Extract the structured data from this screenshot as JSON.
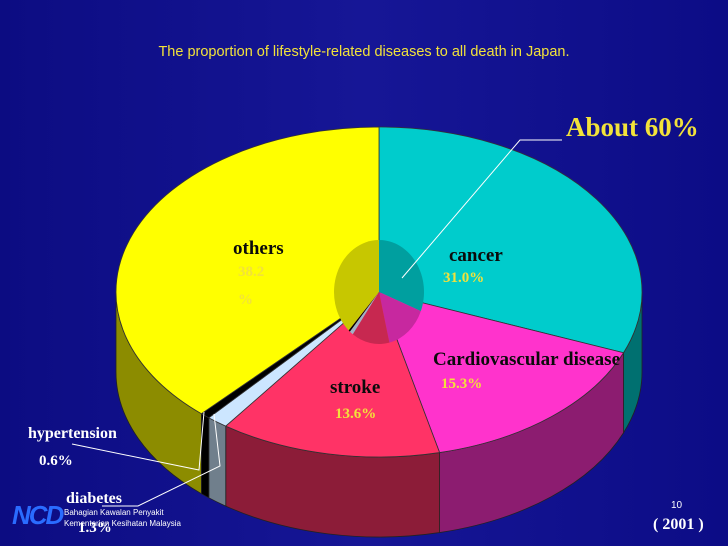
{
  "chart_data": {
    "type": "pie",
    "title": "The proportion of lifestyle-related diseases to all death in Japan.",
    "slices": [
      {
        "name": "cancer",
        "value": 31.0,
        "label": "31.0%",
        "color": "#00cccc"
      },
      {
        "name": "Cardiovascular disease",
        "value": 15.3,
        "label": "15.3%",
        "color": "#ff33cc"
      },
      {
        "name": "stroke",
        "value": 13.6,
        "label": "13.6%",
        "color": "#ff3366"
      },
      {
        "name": "diabetes",
        "value": 1.3,
        "label": "1.3%",
        "color": "#cce6ff"
      },
      {
        "name": "hypertension",
        "value": 0.6,
        "label": "0.6%",
        "color": "#000000"
      },
      {
        "name": "others",
        "value": 38.2,
        "label": "38.2 %",
        "color": "#ffff00"
      }
    ],
    "annotation": "About 60%",
    "year_note": "( 2001 )"
  },
  "labels": {
    "others_name": "others",
    "others_pct_1": "38.2",
    "others_pct_2": "%",
    "cancer_name": "cancer",
    "cancer_pct": "31.0%",
    "cardio_name": "Cardiovascular disease",
    "cardio_pct": "15.3%",
    "stroke_name": "stroke",
    "stroke_pct": "13.6%",
    "hypertension_name": "hypertension",
    "hypertension_pct": "0.6%",
    "diabetes_name": "diabetes",
    "diabetes_pct": "1.3%"
  },
  "footer": {
    "page_number": "10",
    "logo_mark": "NCD",
    "logo_line1": "Bahagian Kawalan Penyakit",
    "logo_line2": "Kementerian Kesihatan Malaysia"
  }
}
